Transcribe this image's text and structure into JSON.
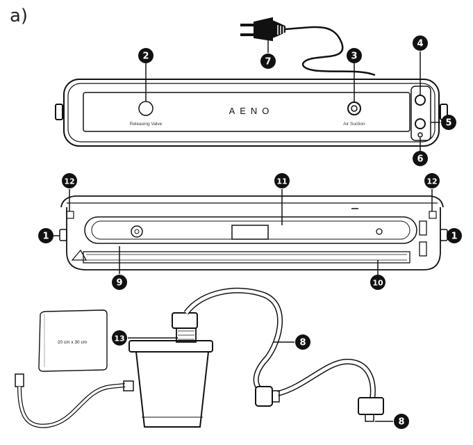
{
  "panel_label": "a)",
  "device": {
    "brand": "AENO",
    "releasing_valve_label": "Releasing Valve",
    "air_suction_label": "Air Suction"
  },
  "bag": {
    "size_label": "20 cm x 30 cm"
  },
  "callouts": [
    "1",
    "2",
    "3",
    "4",
    "5",
    "6",
    "7",
    "8",
    "9",
    "10",
    "11",
    "12",
    "13"
  ],
  "colors": {
    "line": "#111111",
    "badge": "#111111",
    "badge_text": "#ffffff",
    "gray": "#555555"
  }
}
